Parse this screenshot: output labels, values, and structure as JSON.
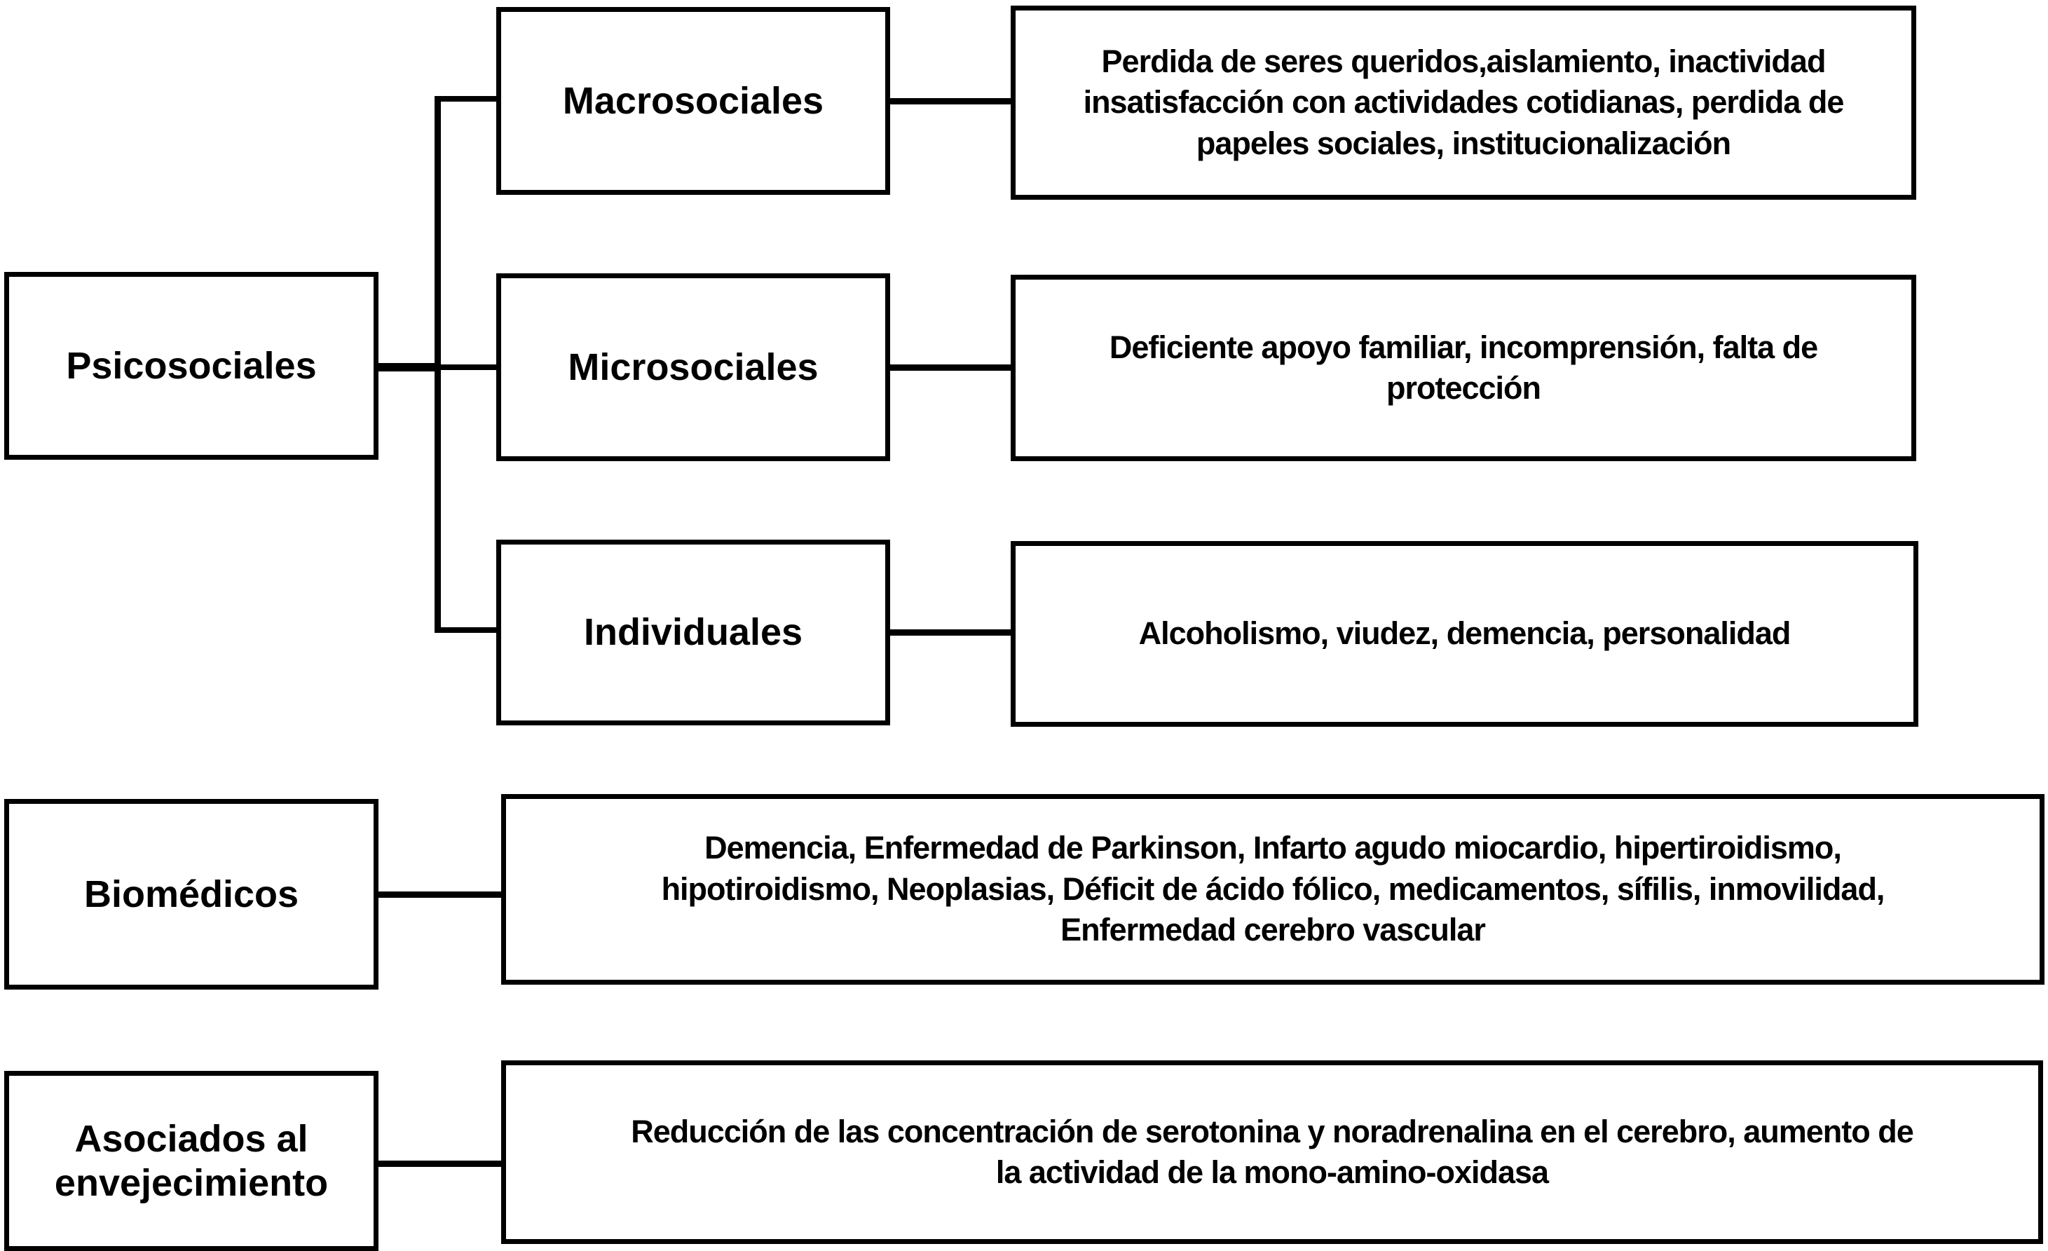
{
  "diagram": {
    "background_color": "#ffffff",
    "line_color": "#000000",
    "groups": [
      {
        "id": "psicosociales",
        "label": "Psicosociales",
        "children": [
          {
            "label": "Macrosociales",
            "description": "Perdida de seres queridos,aislamiento, inactividad\ninsatisfacción con actividades cotidianas, perdida de\npapeles sociales, institucionalización"
          },
          {
            "label": "Microsociales",
            "description": "Deficiente apoyo familiar, incomprensión, falta de\nprotección"
          },
          {
            "label": "Individuales",
            "description": "Alcoholismo, viudez, demencia, personalidad"
          }
        ]
      },
      {
        "id": "biomedicos",
        "label": "Biomédicos",
        "description": "Demencia, Enfermedad de Parkinson, Infarto agudo miocardio, hipertiroidismo,\nhipotiroidismo, Neoplasias, Déficit de ácido fólico, medicamentos, sífilis, inmovilidad,\nEnfermedad cerebro vascular"
      },
      {
        "id": "asociados-al-envejecimiento",
        "label": "Asociados al\nenvejecimiento",
        "description": "Reducción de las concentración de serotonina y noradrenalina en el cerebro, aumento de\nla actividad de la mono-amino-oxidasa"
      }
    ]
  }
}
